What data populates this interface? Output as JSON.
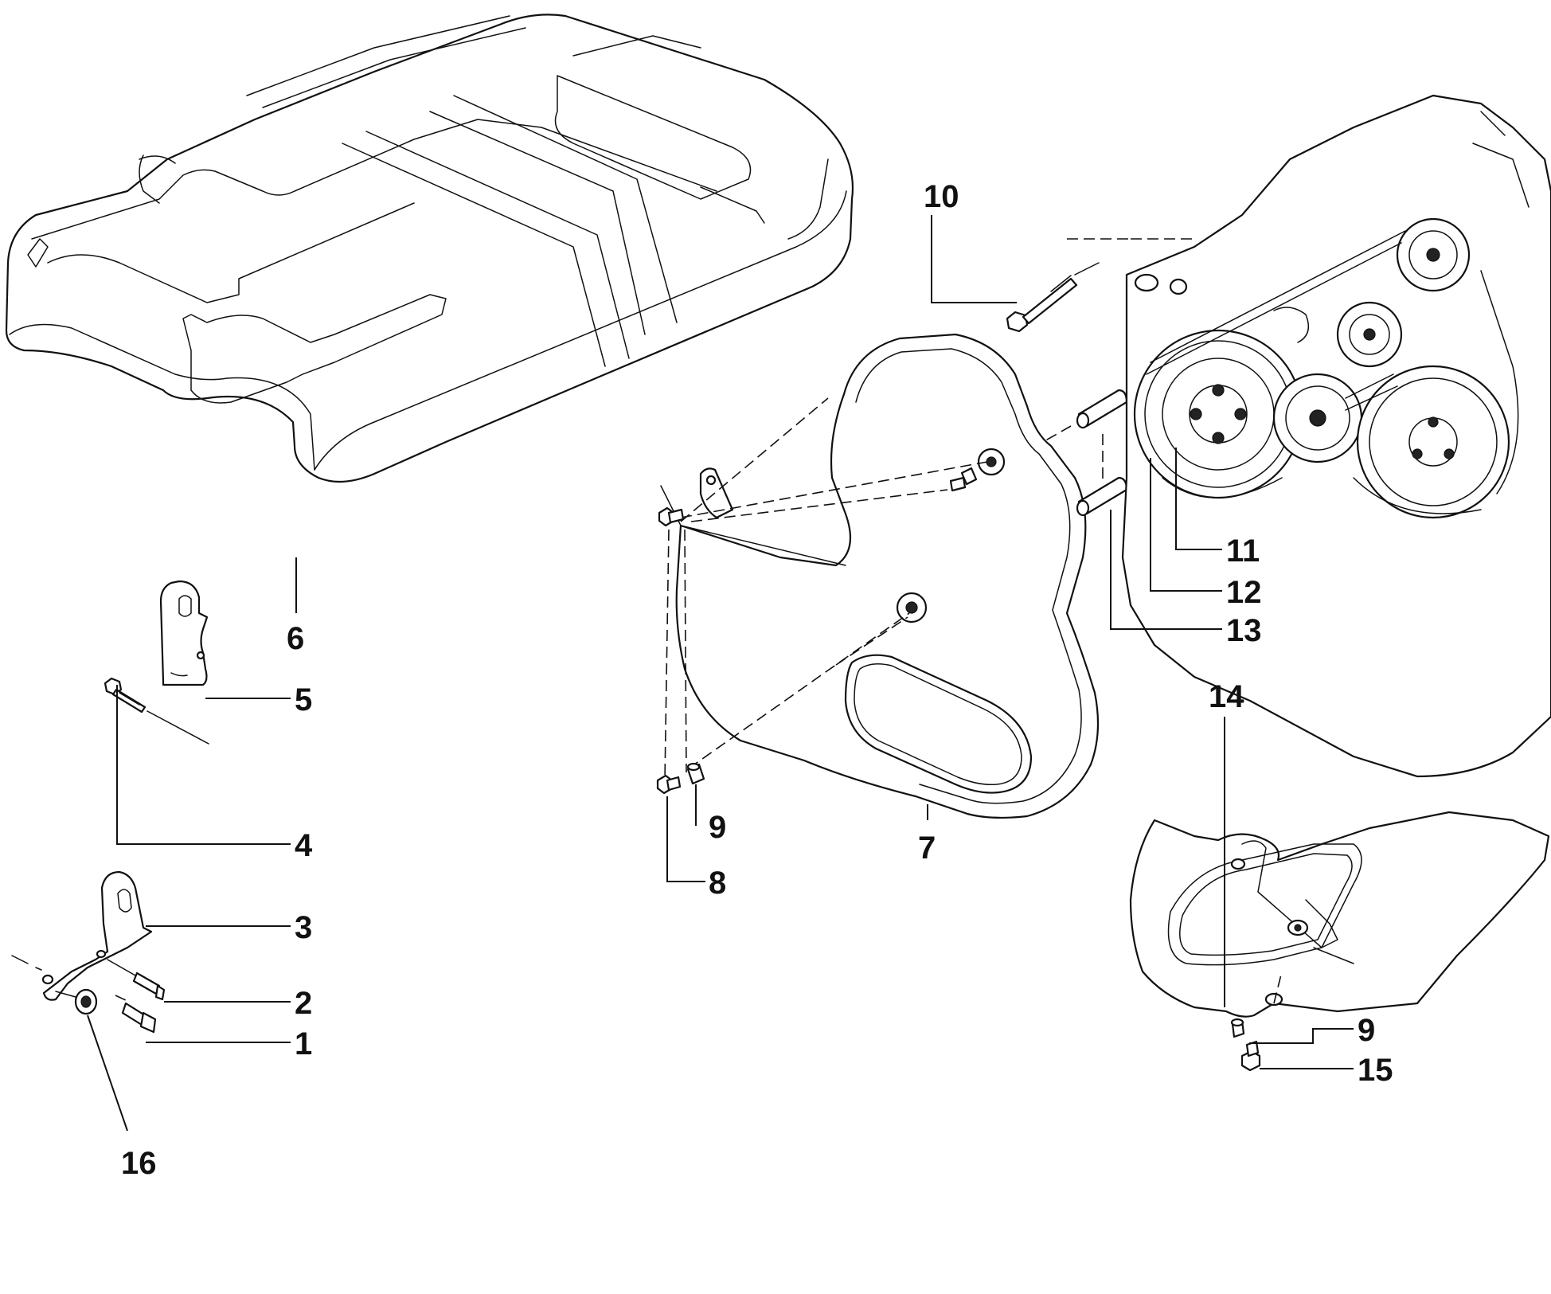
{
  "diagram": {
    "callouts": [
      {
        "id": "c1",
        "text": "1"
      },
      {
        "id": "c2",
        "text": "2"
      },
      {
        "id": "c3",
        "text": "3"
      },
      {
        "id": "c4",
        "text": "4"
      },
      {
        "id": "c5",
        "text": "5"
      },
      {
        "id": "c6",
        "text": "6"
      },
      {
        "id": "c7",
        "text": "7"
      },
      {
        "id": "c8",
        "text": "8"
      },
      {
        "id": "c9a",
        "text": "9"
      },
      {
        "id": "c9b",
        "text": "9"
      },
      {
        "id": "c10",
        "text": "10"
      },
      {
        "id": "c11",
        "text": "11"
      },
      {
        "id": "c12",
        "text": "12"
      },
      {
        "id": "c13",
        "text": "13"
      },
      {
        "id": "c14",
        "text": "14"
      },
      {
        "id": "c15",
        "text": "15"
      },
      {
        "id": "c16",
        "text": "16"
      }
    ]
  }
}
